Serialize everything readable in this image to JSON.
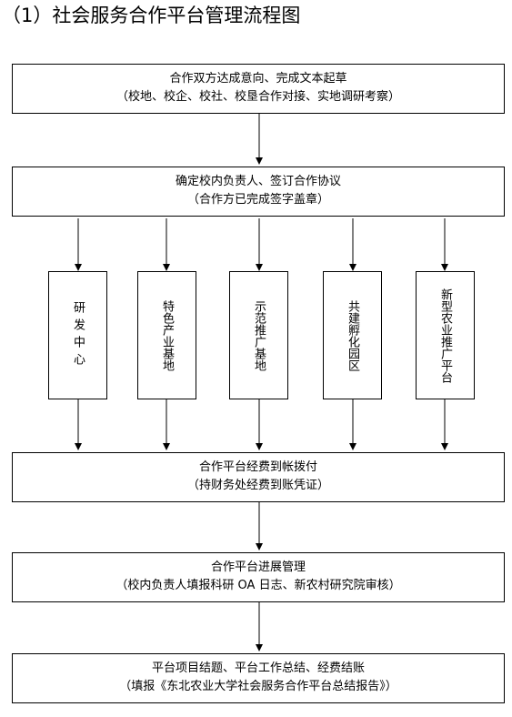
{
  "title": "（1）社会服务合作平台管理流程图",
  "steps": [
    {
      "line1": "合作双方达成意向、完成文本起草",
      "line2": "（校地、校企、校社、校垦合作对接、实地调研考察）"
    },
    {
      "line1": "确定校内负责人、签订合作协议",
      "line2": "（合作方已完成签字盖章）"
    },
    {
      "line1": "合作平台经费到帐拨付",
      "line2": "（持财务处经费到账凭证）"
    },
    {
      "line1": "合作平台进展管理",
      "line2": "（校内负责人填报科研 OA 日志、新农村研究院审核）"
    },
    {
      "line1": "平台项目结题、平台工作总结、经费结账",
      "line2": "（填报《东北农业大学社会服务合作平台总结报告》）"
    }
  ],
  "branches": [
    "研发中心",
    "特色产业基地",
    "示范推广基地",
    "共建孵化园区",
    "新型农业推广平台"
  ]
}
